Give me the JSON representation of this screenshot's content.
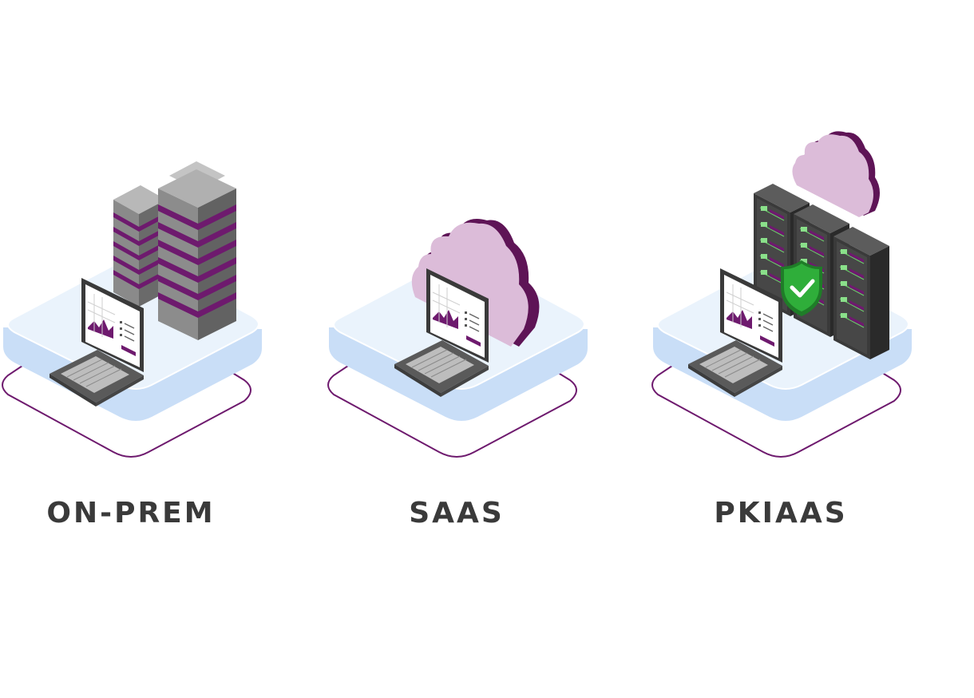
{
  "options": [
    {
      "id": "on-prem",
      "label": "ON-PREM"
    },
    {
      "id": "saas",
      "label": "SAAS"
    },
    {
      "id": "pkiaas",
      "label": "PKIAAS"
    }
  ],
  "colors": {
    "accent": "#6e1a6e",
    "platform_top": "#eaf3fc",
    "platform_side": "#c9def7",
    "cloud": "#dcbcd9",
    "server_dark": "#3c3c3c",
    "building_gray": "#a6a6a6",
    "shield": "#2fae3a",
    "label": "#3a3a3a"
  },
  "icons": [
    "laptop-icon",
    "server-tower-icon",
    "cloud-icon",
    "server-rack-icon",
    "shield-check-icon"
  ]
}
